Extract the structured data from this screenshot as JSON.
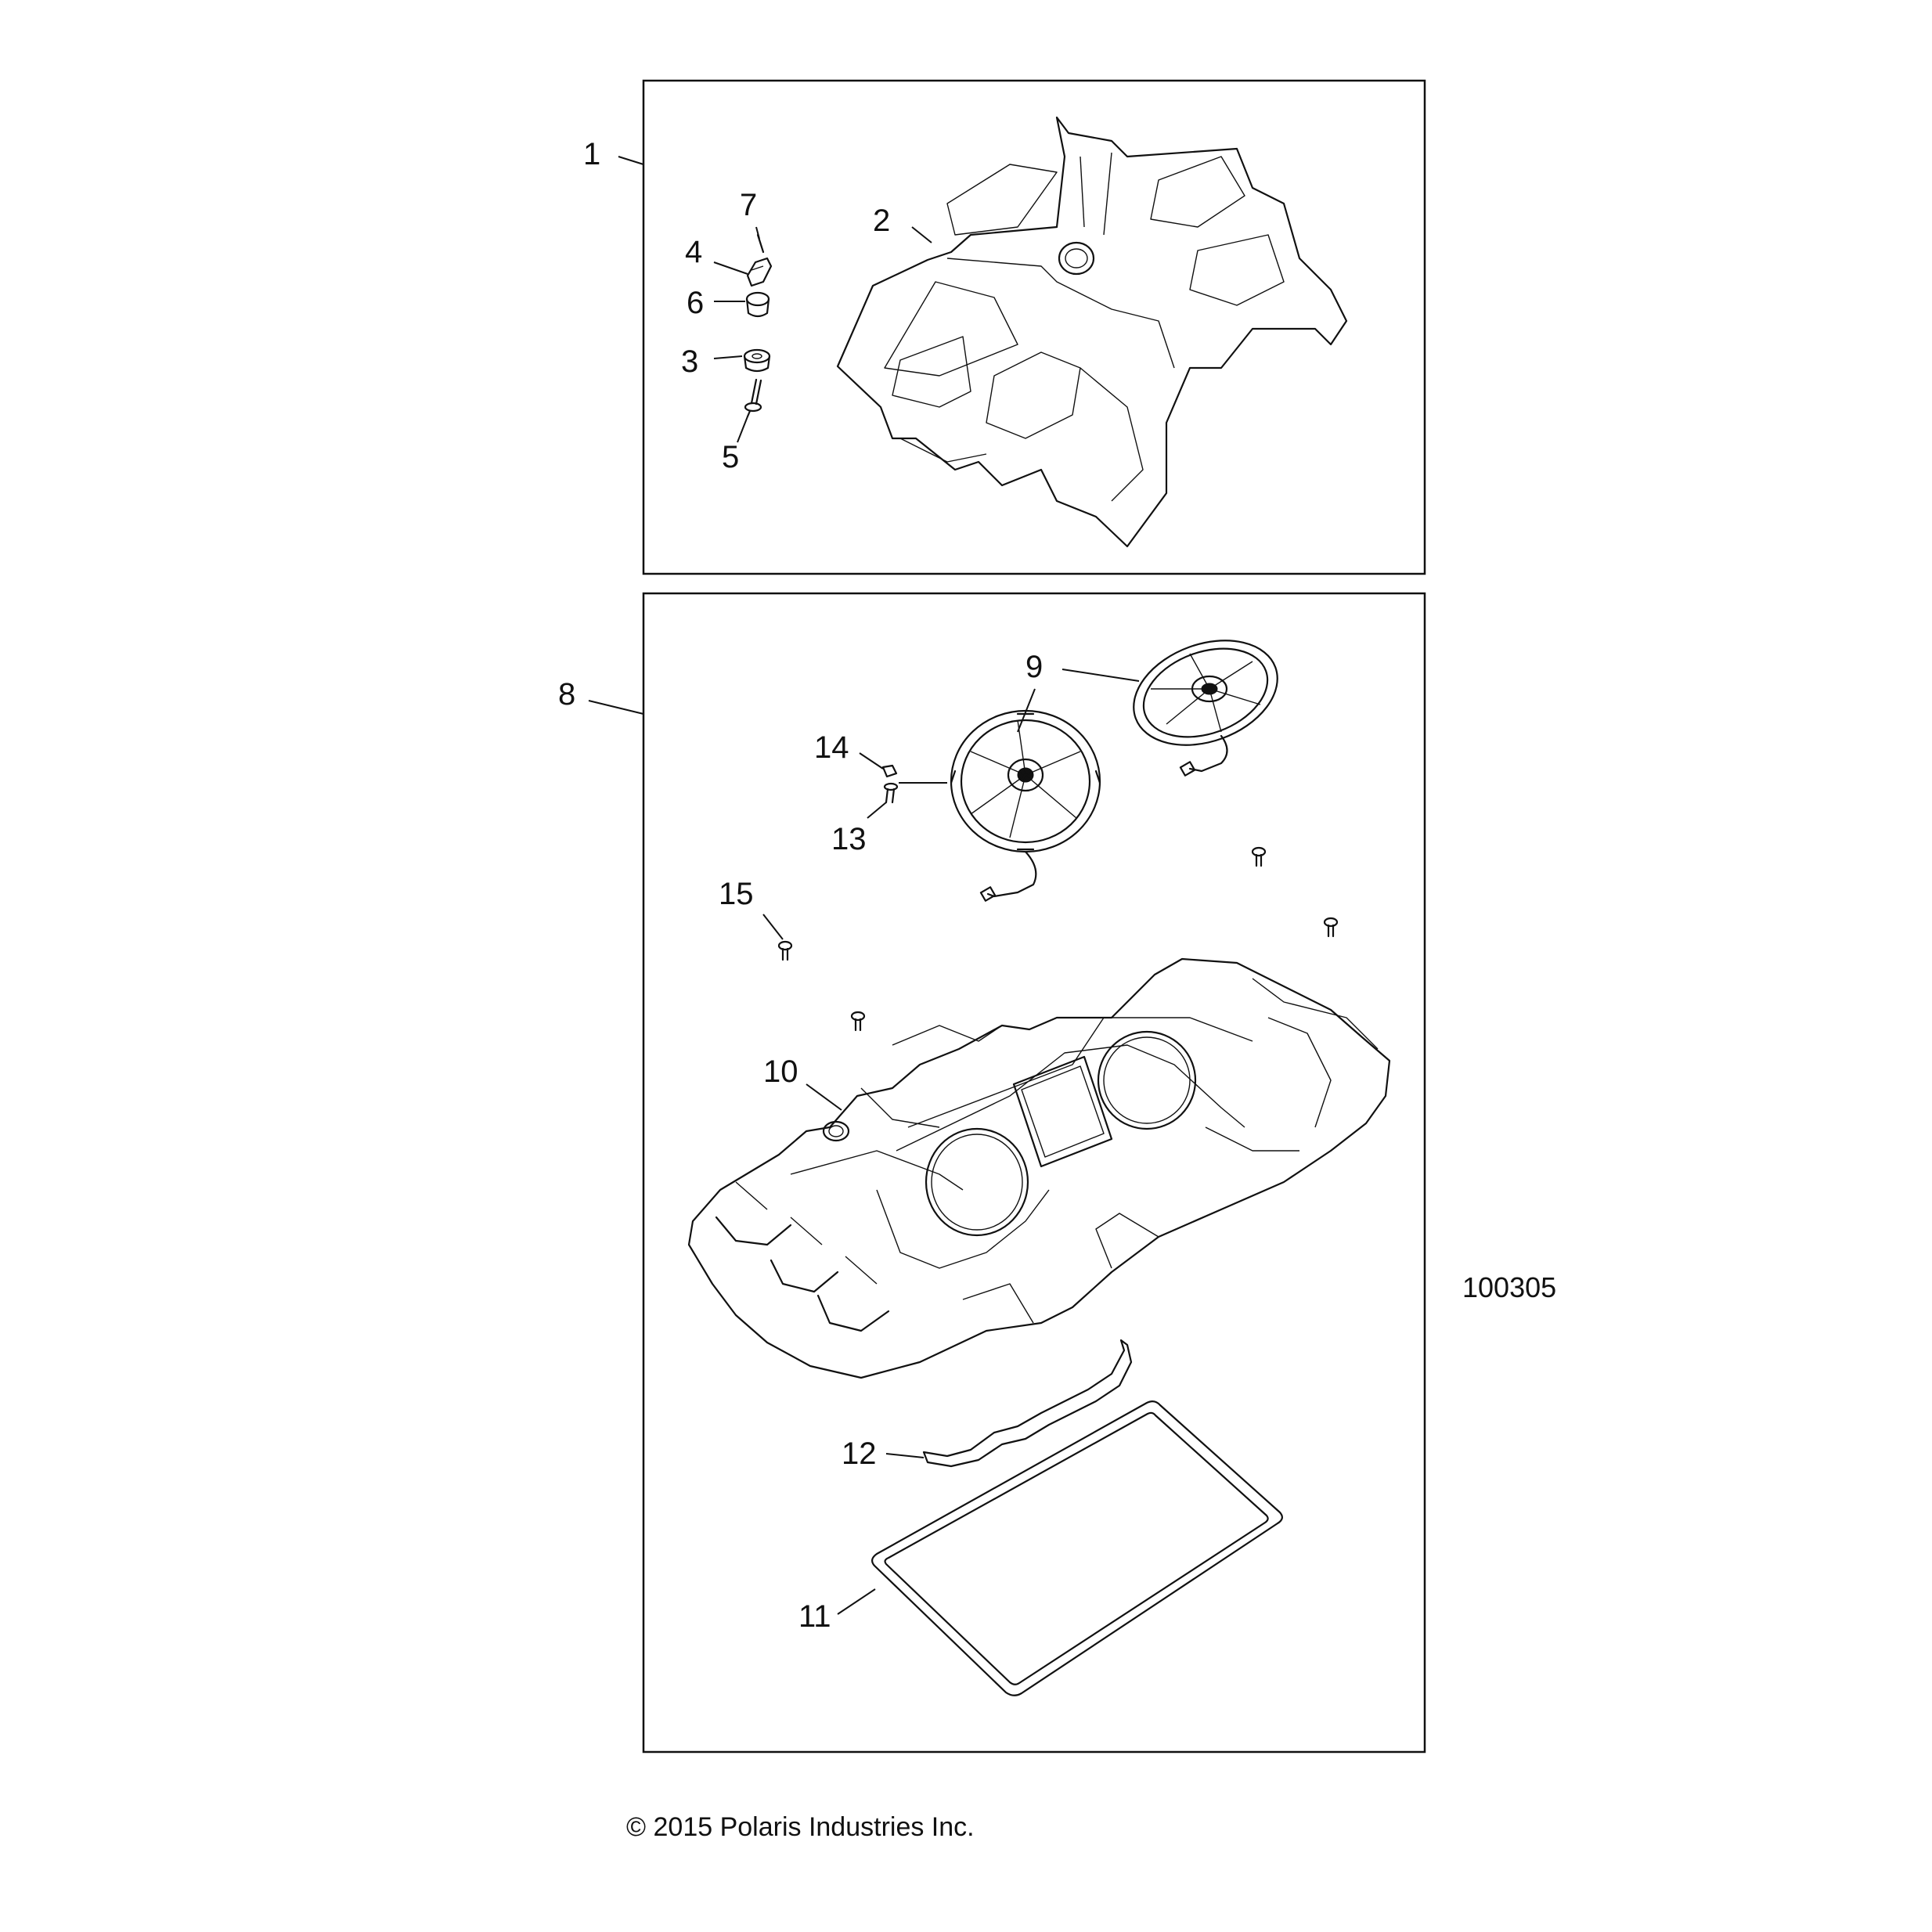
{
  "callouts": [
    "1",
    "2",
    "3",
    "4",
    "5",
    "6",
    "7",
    "8",
    "9",
    "10",
    "11",
    "12",
    "13",
    "14",
    "15"
  ],
  "figure_id": "100305",
  "copyright": "© 2015 Polaris Industries Inc."
}
